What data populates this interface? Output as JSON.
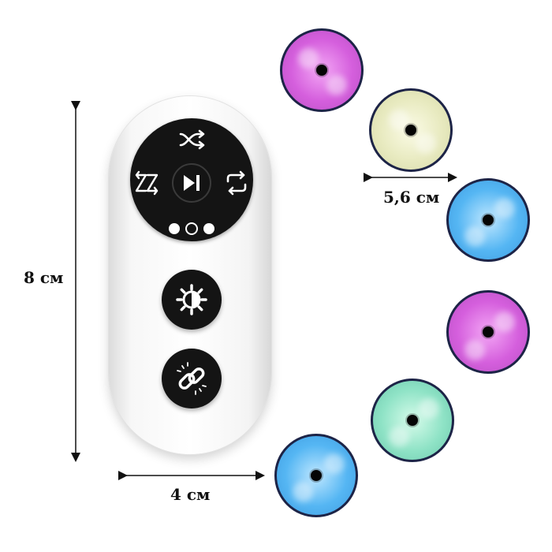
{
  "dimensions": {
    "height_label": "8 см",
    "width_label": "4 см",
    "light_diameter_label": "5,6 см"
  },
  "remote": {
    "pad_buttons": [
      "shuffle-icon",
      "mode-icon",
      "play-pause-icon",
      "repeat-icon",
      "color-dots-icon"
    ],
    "lower_buttons": [
      "brightness-icon",
      "link-icon"
    ]
  },
  "lights": [
    {
      "color": "#d55fdd"
    },
    {
      "color": "#e8eac0"
    },
    {
      "color": "#55b6f3"
    },
    {
      "color": "#d55fdd"
    },
    {
      "color": "#8fe3c6"
    },
    {
      "color": "#55b6f3"
    }
  ]
}
